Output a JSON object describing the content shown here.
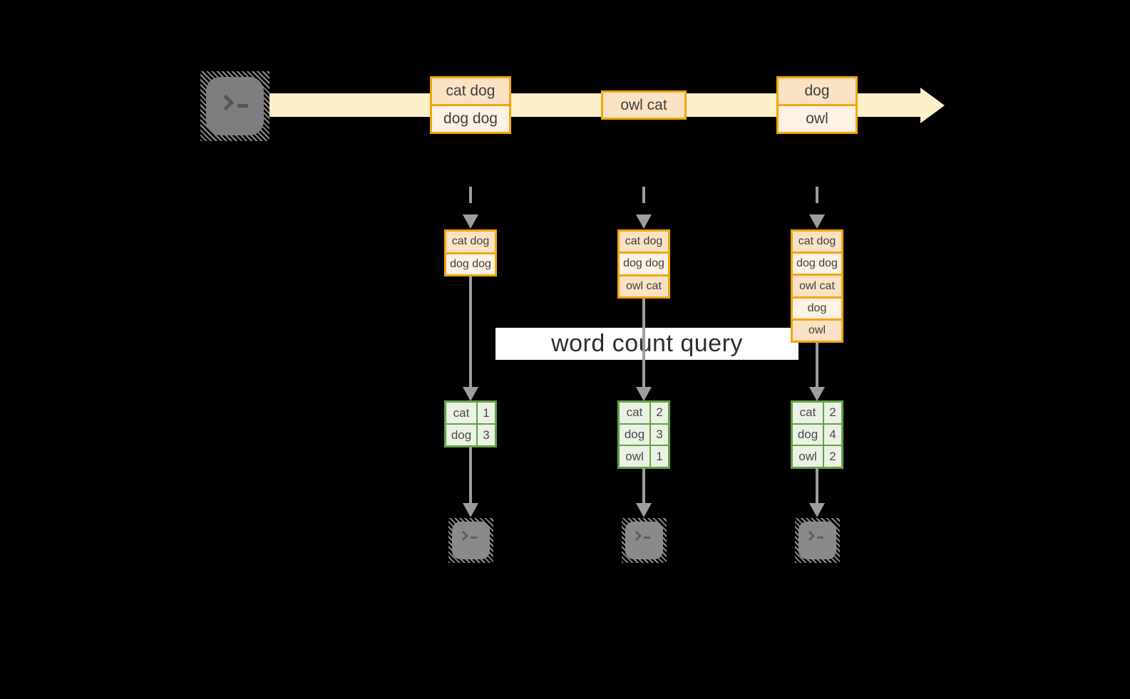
{
  "diagram": {
    "query_label": "word count query",
    "stream": {
      "events": [
        {
          "rows": [
            "cat dog",
            "dog dog"
          ]
        },
        {
          "rows": [
            "owl cat"
          ]
        },
        {
          "rows": [
            "dog",
            "owl"
          ]
        }
      ]
    },
    "windows": [
      {
        "input_rows": [
          "cat dog",
          "dog dog"
        ],
        "result": [
          {
            "word": "cat",
            "count": "1"
          },
          {
            "word": "dog",
            "count": "3"
          }
        ]
      },
      {
        "input_rows": [
          "cat dog",
          "dog dog",
          "owl cat"
        ],
        "result": [
          {
            "word": "cat",
            "count": "2"
          },
          {
            "word": "dog",
            "count": "3"
          },
          {
            "word": "owl",
            "count": "1"
          }
        ]
      },
      {
        "input_rows": [
          "cat dog",
          "dog dog",
          "owl cat",
          "dog",
          "owl"
        ],
        "result": [
          {
            "word": "cat",
            "count": "2"
          },
          {
            "word": "dog",
            "count": "4"
          },
          {
            "word": "owl",
            "count": "2"
          }
        ]
      }
    ],
    "icons": {
      "source": "terminal-icon",
      "sinks": [
        "terminal-icon",
        "terminal-icon",
        "terminal-icon"
      ]
    },
    "colors": {
      "background": "#000000",
      "stream_band": "#FCF0C9",
      "box_border": "#F2A60E",
      "box_fill_dark": "#FBE2C4",
      "box_fill_light": "#FDF2E3",
      "table_border": "#63A244",
      "table_fill": "#EBF1E4",
      "arrow_gray": "#9E9E9E",
      "terminal_gray": "#7E7E7E",
      "query_band": "#FFFFFF",
      "text": "#3F3F3F"
    }
  }
}
